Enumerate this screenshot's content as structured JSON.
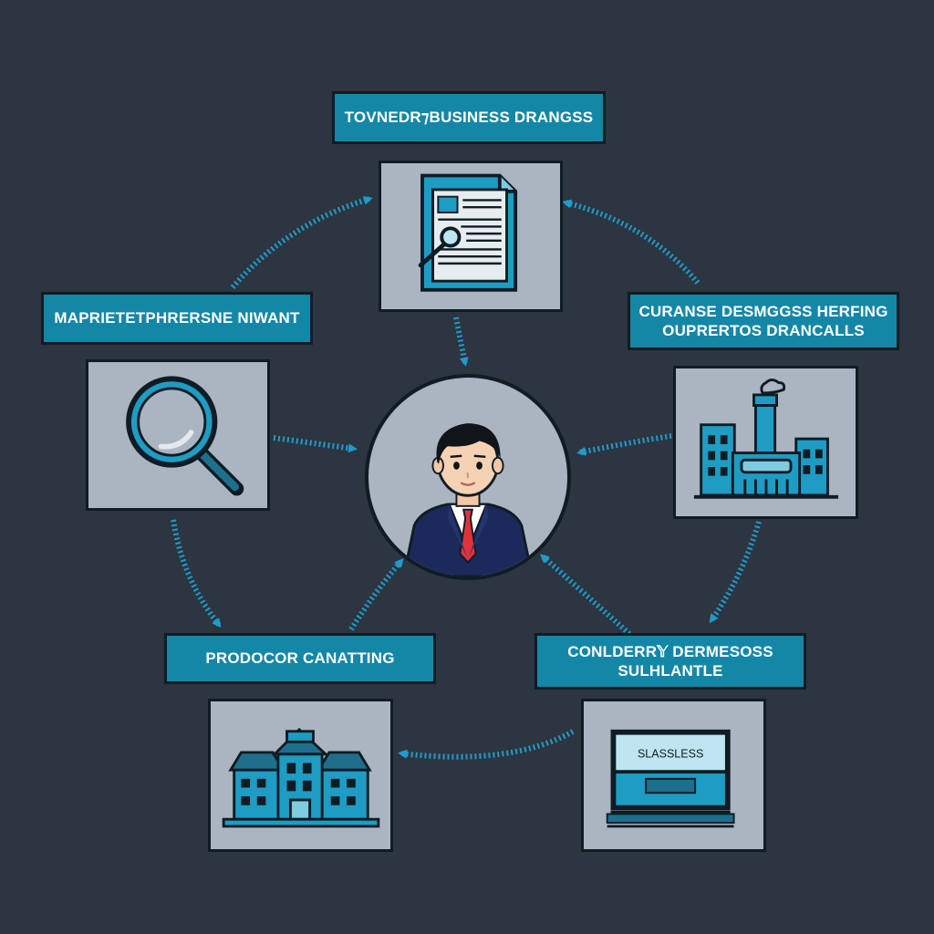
{
  "labels": {
    "top": "TOVNEDR⁊BUSINESS DRANGSS",
    "left": "MAPRIETETPHRERSNE NIWANT",
    "right_line1": "CURANSE DESMGGSS HERFING",
    "right_line2": "OUPRERTOS DRANCALLS",
    "bottom_left": "PRODOCOR CANATTING",
    "bottom_right_line1": "CONLDERR𝕐 DERMESOSS",
    "bottom_right_line2": "SULHLANTLE"
  },
  "screen_text": "SLASSLESS",
  "colors": {
    "background": "#2c3540",
    "accent": "#1487a6",
    "tile": "#aab5c1",
    "outline": "#0f1c24",
    "arrow": "#1f9ccc"
  },
  "icons": {
    "top": "document-icon",
    "left": "magnifier-icon",
    "right": "factory-icon",
    "bottom_left": "building-icon",
    "bottom_right": "screen-icon",
    "center": "businessman-avatar"
  }
}
